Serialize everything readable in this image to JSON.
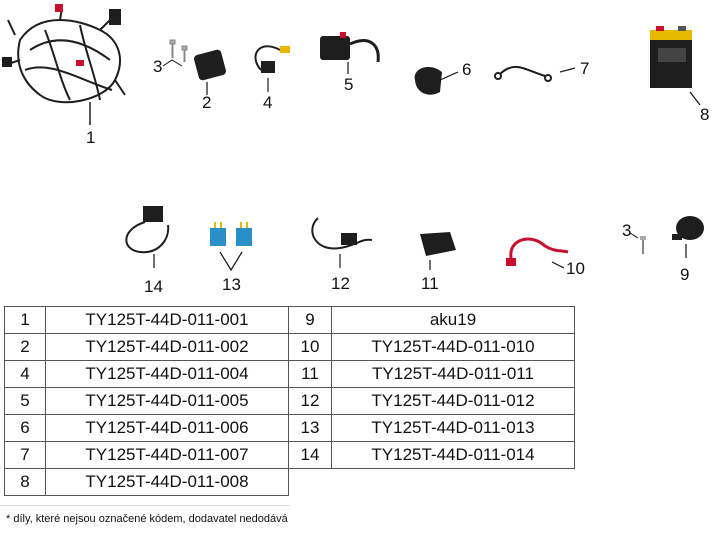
{
  "callouts": [
    "1",
    "2",
    "3",
    "4",
    "5",
    "6",
    "7",
    "8",
    "14",
    "13",
    "12",
    "11",
    "10",
    "3",
    "9"
  ],
  "parts_left": [
    {
      "num": "1",
      "code": "TY125T-44D-011-001"
    },
    {
      "num": "2",
      "code": "TY125T-44D-011-002"
    },
    {
      "num": "4",
      "code": "TY125T-44D-011-004"
    },
    {
      "num": "5",
      "code": "TY125T-44D-011-005"
    },
    {
      "num": "6",
      "code": "TY125T-44D-011-006"
    },
    {
      "num": "7",
      "code": "TY125T-44D-011-007"
    },
    {
      "num": "8",
      "code": "TY125T-44D-011-008"
    }
  ],
  "parts_right": [
    {
      "num": "9",
      "code": "aku19"
    },
    {
      "num": "10",
      "code": "TY125T-44D-011-010"
    },
    {
      "num": "11",
      "code": "TY125T-44D-011-011"
    },
    {
      "num": "12",
      "code": "TY125T-44D-011-012"
    },
    {
      "num": "13",
      "code": "TY125T-44D-011-013"
    },
    {
      "num": "14",
      "code": "TY125T-44D-011-014"
    }
  ],
  "footnote": "* díly, které nejsou označené kódem, dodavatel nedodává",
  "colors": {
    "relay_blue": "#2a8fc9",
    "cable_red": "#c8102e",
    "battery_yellow": "#e6b800",
    "part_black": "#1e1e1e"
  }
}
